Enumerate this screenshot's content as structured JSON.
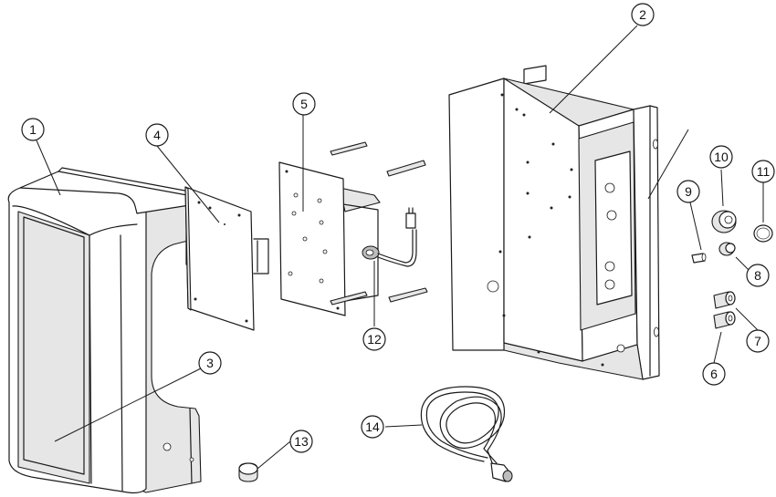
{
  "callouts": [
    {
      "id": "c1",
      "number": "1"
    },
    {
      "id": "c2",
      "number": "2"
    },
    {
      "id": "c3",
      "number": "3"
    },
    {
      "id": "c4",
      "number": "4"
    },
    {
      "id": "c5",
      "number": "5"
    },
    {
      "id": "c6",
      "number": "6"
    },
    {
      "id": "c7",
      "number": "7"
    },
    {
      "id": "c8",
      "number": "8"
    },
    {
      "id": "c9",
      "number": "9"
    },
    {
      "id": "c10",
      "number": "10"
    },
    {
      "id": "c11",
      "number": "11"
    },
    {
      "id": "c12",
      "number": "12"
    },
    {
      "id": "c13",
      "number": "13"
    },
    {
      "id": "c14",
      "number": "14"
    }
  ],
  "colors": {
    "line": "#1a1a1a",
    "background": "#ffffff",
    "shade": "#e6e6e6"
  }
}
